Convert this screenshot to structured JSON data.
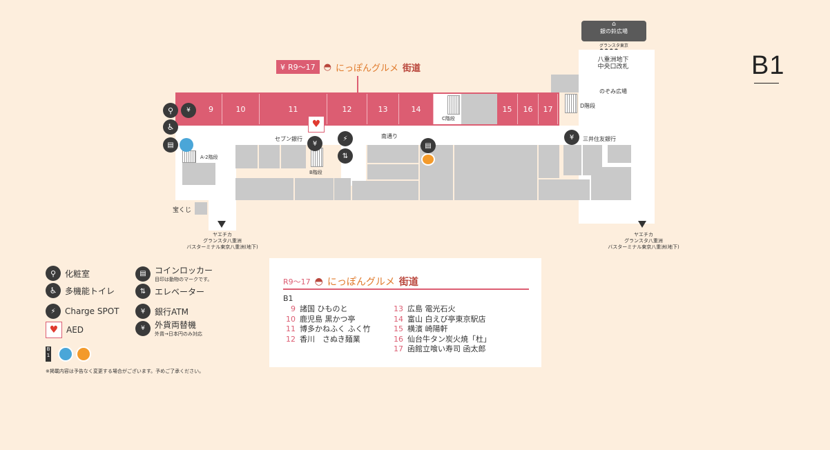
{
  "floor": "B1",
  "plaza": {
    "name": "銀の鈴広場",
    "sub": "グランスタ東京",
    "gate": "八重洲地下\n中央口改札",
    "nozomi": "のぞみ広場"
  },
  "header_banner": {
    "range": "R9～17",
    "brand_a": "にっぽん",
    "brand_b": "グルメ",
    "brand_c": "街道"
  },
  "shops_on_map": [
    "9",
    "10",
    "11",
    "12",
    "13",
    "14",
    "15",
    "16",
    "17"
  ],
  "labels": {
    "seven_bank": "セブン銀行",
    "minami_dori": "南通り",
    "c_stairs": "C階段",
    "d_stairs": "D階段",
    "b_stairs": "B階段",
    "a2_stairs": "A-2階段",
    "smbc": "三井住友銀行",
    "takarakuji": "宝くじ",
    "exit_left": "ヤエチカ\nグランスタ八重洲\nバスターミナル東京八重洲(地下)",
    "exit_right": "ヤエチカ\nグランスタ八重洲\nバスターミナル東京八重洲(地下)"
  },
  "legend": {
    "toilet": "化粧室",
    "accessible_toilet": "多機能トイレ",
    "charge": "Charge SPOT",
    "aed": "AED",
    "locker": "コインロッカー",
    "locker_sub": "目印は動物のマークです。",
    "elevator": "エレベーター",
    "atm": "銀行ATM",
    "exchange": "外貨両替機",
    "exchange_sub": "外貨→日本円のみ対応",
    "b1_tag": "B\n1"
  },
  "note": "※掲載内容は予告なく変更する場合がございます。予めご了承ください。",
  "shop_box": {
    "range": "R9～17",
    "brand_a": "にっぽん",
    "brand_b": "グルメ",
    "brand_c": "街道",
    "floor": "B1",
    "left": [
      {
        "num": "9",
        "name": "諸国 ひもの​と"
      },
      {
        "num": "10",
        "name": "鹿児島 黒かつ亭"
      },
      {
        "num": "11",
        "name": "博多かねふく ふく竹"
      },
      {
        "num": "12",
        "name": "香川　さぬき麺業"
      }
    ],
    "right": [
      {
        "num": "13",
        "name": "広島 電光石火"
      },
      {
        "num": "14",
        "name": "富山 白えび亭東京駅店"
      },
      {
        "num": "15",
        "name": "横濱 崎陽軒"
      },
      {
        "num": "16",
        "name": "仙台牛タン炭火焼「杜」"
      },
      {
        "num": "17",
        "name": "函館立喰い寿司 函太郎"
      }
    ]
  },
  "colors": {
    "accent": "#dc5d72",
    "background": "#fdeedd",
    "brand_orange": "#e07a2b",
    "icon_dark": "#3a3a3a"
  }
}
